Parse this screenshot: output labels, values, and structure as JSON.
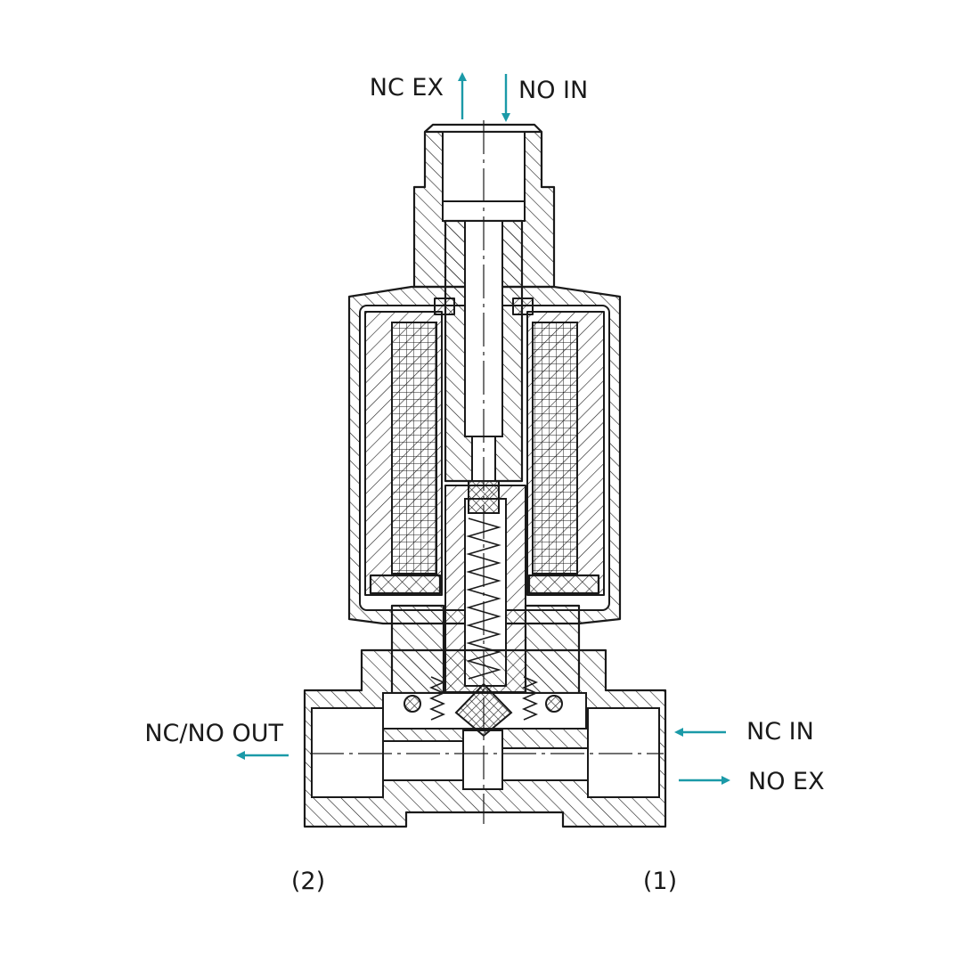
{
  "labels": {
    "nc_ex": "NC EX",
    "no_in": "NO IN",
    "nc_no_out": "NC/NO OUT",
    "nc_in": "NC IN",
    "no_ex": "NO EX",
    "port_2": "(2)",
    "port_1": "(1)"
  },
  "colors": {
    "arrow": "#1b9aa8",
    "line": "#1a1a1a"
  }
}
